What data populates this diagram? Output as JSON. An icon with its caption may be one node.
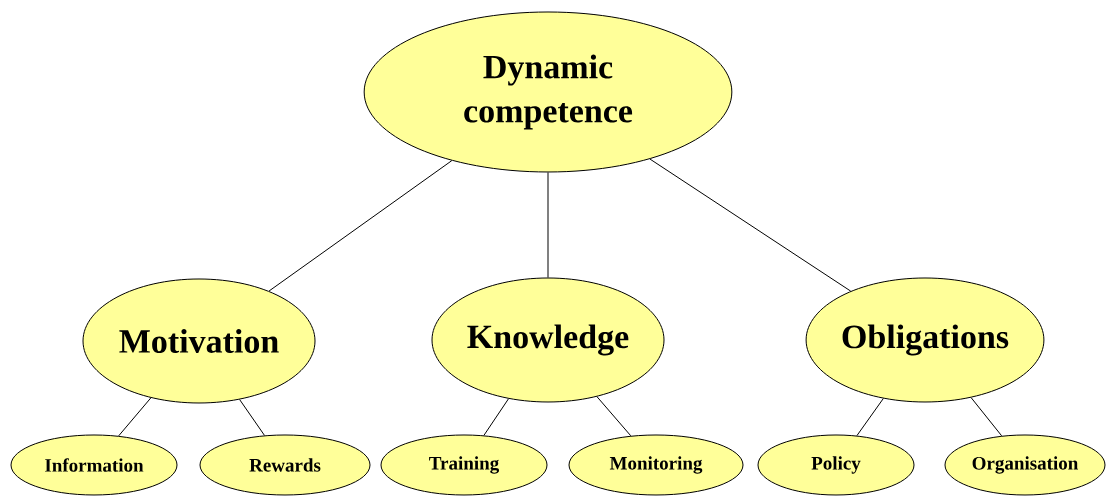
{
  "diagram": {
    "nodes": [
      {
        "text": [
          "Dynamic competence"
        ]
      },
      {
        "text": [
          "Motivation"
        ]
      },
      {
        "text": [
          "Knowledge"
        ]
      },
      {
        "text": [
          "Obligations"
        ]
      },
      {
        "text": [
          "Information"
        ]
      },
      {
        "text": [
          "Rewards"
        ]
      },
      {
        "text": [
          "Training"
        ]
      },
      {
        "text": [
          "Monitoring"
        ]
      },
      {
        "text": [
          "Policy"
        ]
      },
      {
        "text": [
          "Organisation"
        ]
      }
    ],
    "edges": [
      {
        "from": 0,
        "to": 1,
        "arrow": "none"
      },
      {
        "from": 0,
        "to": 2,
        "arrow": "none"
      },
      {
        "from": 0,
        "to": 3,
        "arrow": "none"
      },
      {
        "from": 1,
        "to": 4,
        "arrow": "none"
      },
      {
        "from": 1,
        "to": 5,
        "arrow": "none"
      },
      {
        "from": 2,
        "to": 6,
        "arrow": "none"
      },
      {
        "from": 2,
        "to": 7,
        "arrow": "none"
      },
      {
        "from": 3,
        "to": 8,
        "arrow": "none"
      },
      {
        "from": 3,
        "to": 9,
        "arrow": "none"
      }
    ]
  }
}
